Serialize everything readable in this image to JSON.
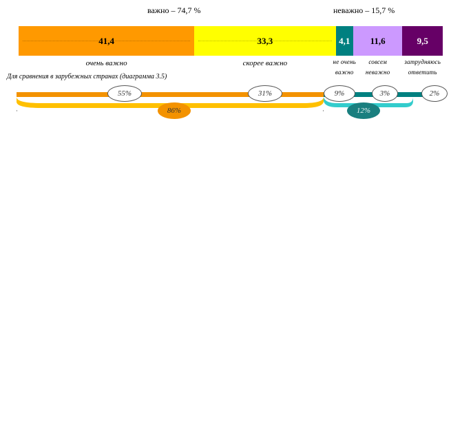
{
  "chart_data": {
    "type": "bar",
    "groups": [
      {
        "label": "важно – 74,7 %"
      },
      {
        "label": "неважно – 15,7 %"
      }
    ],
    "categories": [
      "очень важно",
      "скорее важно",
      "не очень важно",
      "совсем неважно",
      "затрудняюсь ответить"
    ],
    "category_labels": [
      {
        "lines": [
          "очень важно"
        ]
      },
      {
        "lines": [
          "скорее важно"
        ]
      },
      {
        "lines": [
          "не очень",
          "важно"
        ]
      },
      {
        "lines": [
          "совсем",
          "неважно"
        ]
      },
      {
        "lines": [
          "затрудняюсь",
          "ответить"
        ]
      }
    ],
    "values": [
      41.4,
      33.3,
      4.1,
      11.6,
      9.5
    ],
    "value_labels": [
      "41,4",
      "33,3",
      "4,1",
      "11,6",
      "9,5"
    ],
    "colors": [
      "#FF9900",
      "#FFFF00",
      "#008080",
      "#CC99FF",
      "#660066"
    ],
    "value_text_colors": [
      "#000000",
      "#000000",
      "#ffffff",
      "#000000",
      "#ffffff"
    ],
    "subtitle": "Для сравнения в  зарубежных странах  (диаграмма 3.5)",
    "comparison": {
      "values": [
        {
          "label": "55%"
        },
        {
          "label": "31%"
        },
        {
          "label": "9%"
        },
        {
          "label": "3%"
        },
        {
          "label": "2%"
        }
      ],
      "totals": [
        {
          "label": "86%",
          "color": "#F39200"
        },
        {
          "label": "12%",
          "color": "#1A7F7F"
        }
      ],
      "band_colors": {
        "important": "#F39200",
        "important_light": "#FFC000",
        "not_important": "#008080",
        "not_important_light": "#33CCCC"
      }
    }
  }
}
